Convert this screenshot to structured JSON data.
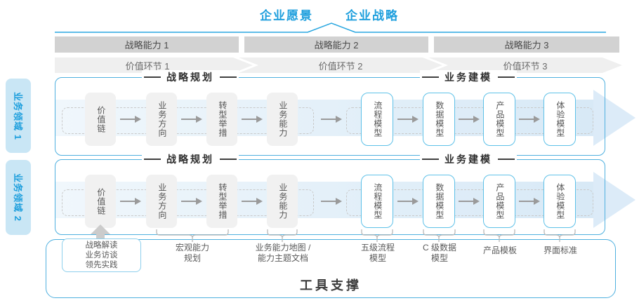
{
  "header": {
    "vision": "企业愿景",
    "strategy": "企业战略"
  },
  "strategic_capabilities": [
    "战略能力 1",
    "战略能力 2",
    "战略能力 3"
  ],
  "value_links": [
    "价值环节 1",
    "价值环节 2",
    "价值环节 3"
  ],
  "business_domains": [
    "业务领域 1",
    "业务领域 2"
  ],
  "rows": [
    {
      "sections": [
        {
          "title": "战略规划",
          "boxes": [
            "价值链",
            "业务方向",
            "转型举措",
            "业务能力"
          ]
        },
        {
          "title": "业务建模",
          "boxes": [
            "流程模型",
            "数据模型",
            "产品模型",
            "体验模型"
          ]
        }
      ]
    },
    {
      "sections": [
        {
          "title": "战略规划",
          "boxes": [
            "价值链",
            "业务方向",
            "转型举措",
            "业务能力"
          ]
        },
        {
          "title": "业务建模",
          "boxes": [
            "流程模型",
            "数据模型",
            "产品模型",
            "体验模型"
          ]
        }
      ]
    }
  ],
  "annotations": {
    "practice_box": {
      "lines": [
        "战略解读",
        "业务访谈",
        "领先实践"
      ]
    },
    "items": [
      {
        "lines": [
          "宏观能力",
          "规划"
        ]
      },
      {
        "lines": [
          "业务能力地图 /",
          "能力主题文档"
        ]
      },
      {
        "lines": [
          "五级流程",
          "模型"
        ]
      },
      {
        "lines": [
          "C 级数据",
          "模型"
        ]
      },
      {
        "lines": [
          "产品模板"
        ]
      },
      {
        "lines": [
          "界面标准"
        ]
      }
    ]
  },
  "tools_support": "工具支撑",
  "colors": {
    "accent_blue": "#1E9FDD",
    "panel_border": "#4FB0DF",
    "box_border_cyan": "#5EC1E8",
    "bar_gray": "#D2D2D2",
    "chevron_gray": "#EFEFEF",
    "band_blue": "#D8E9F6",
    "domain_label_bg": "#C9E6F5"
  }
}
